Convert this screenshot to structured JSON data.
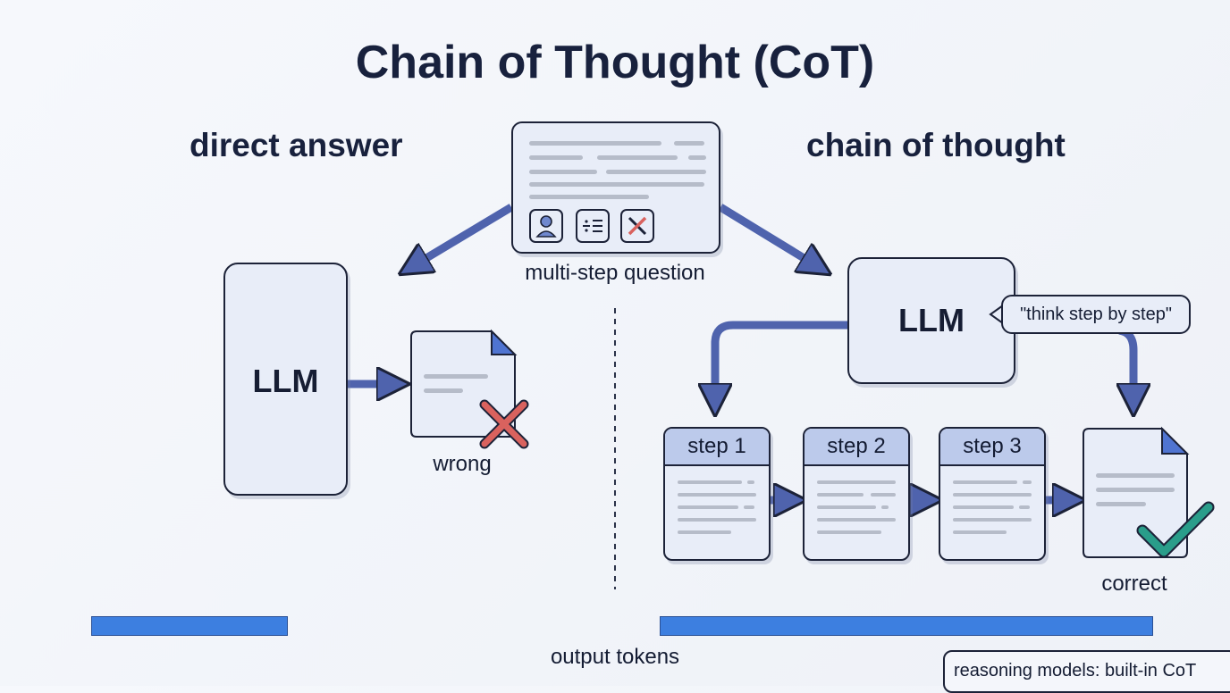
{
  "title": "Chain of Thought (CoT)",
  "left": {
    "heading": "direct answer",
    "llm_label": "LLM",
    "result_label": "wrong"
  },
  "center": {
    "question_label": "multi-step question",
    "icons": [
      "person-icon",
      "divide-list-icon",
      "pencil-ruler-icon"
    ],
    "footer_label": "output tokens"
  },
  "right": {
    "heading": "chain of thought",
    "llm_label": "LLM",
    "prompt_bubble": "\"think step by step\"",
    "steps": [
      {
        "label": "step 1"
      },
      {
        "label": "step 2"
      },
      {
        "label": "step 3"
      }
    ],
    "result_label": "correct"
  },
  "footer_note": "reasoning models: built-in CoT",
  "colors": {
    "node_fill": "#e8edf8",
    "step_header": "#bccaeb",
    "arrow": "#4f63ad",
    "token_bar": "#3d7fe0",
    "wrong_mark": "#d9625e",
    "correct_mark": "#2a9d8a"
  }
}
